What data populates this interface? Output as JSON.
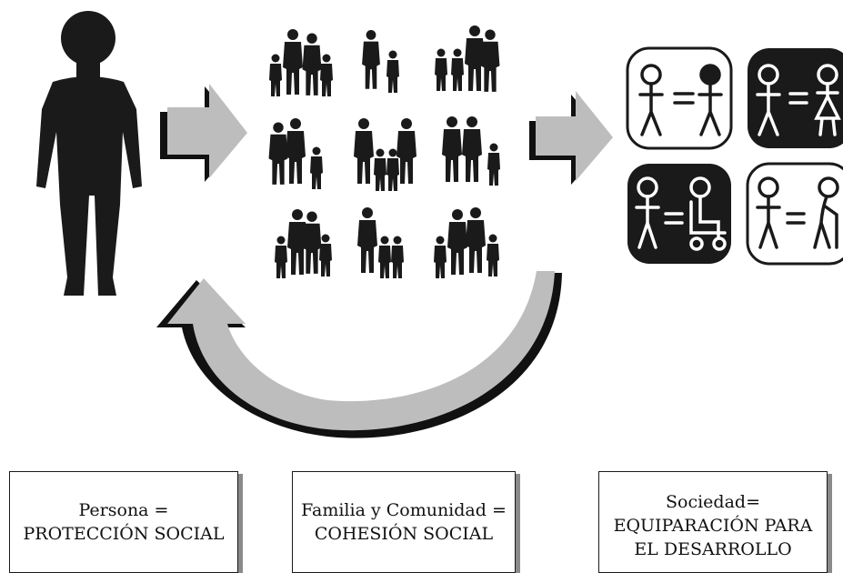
{
  "labels": {
    "persona": {
      "line1": "Persona =",
      "line2": "PROTECCIÓN SOCIAL"
    },
    "familia": {
      "line1": "Familia y Comunidad =",
      "line2": "COHESIÓN SOCIAL"
    },
    "sociedad": {
      "line1": "Sociedad=",
      "line2": "EQUIPARACIÓN PARA",
      "line3": "EL DESARROLLO"
    }
  },
  "icons": {
    "person": "person-silhouette-icon",
    "families": "family-silhouettes-icon",
    "equality": [
      "equality-man-man-icon",
      "equality-man-woman-icon",
      "equality-wheelchair-icon",
      "equality-elderly-icon"
    ]
  },
  "colors": {
    "silhouette": "#1a1a1a",
    "arrow": "#bdbdbd",
    "arrow_shadow": "#111111"
  }
}
